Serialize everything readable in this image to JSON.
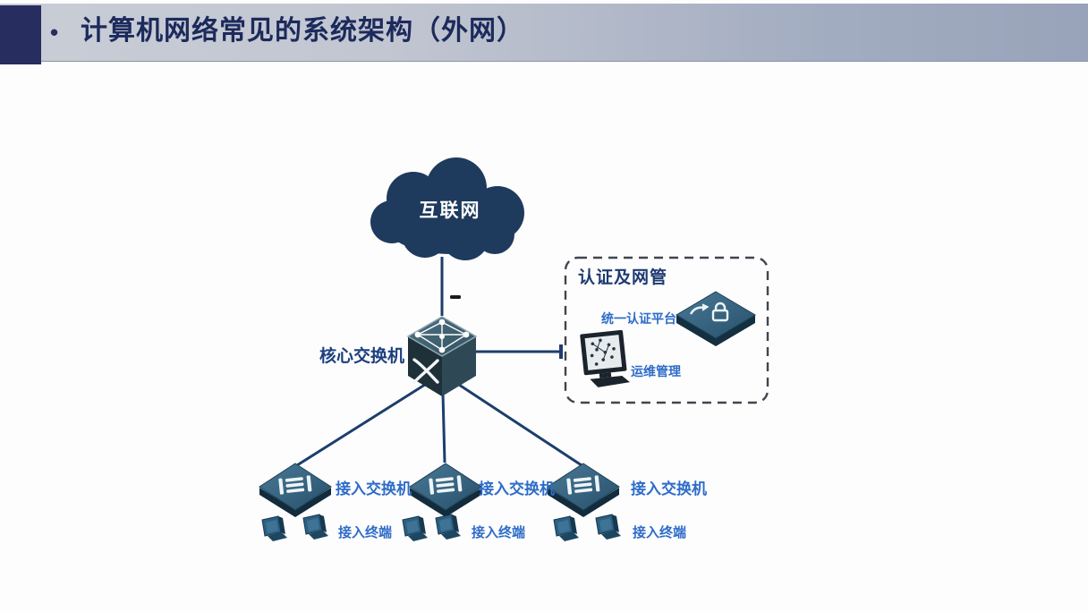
{
  "slide": {
    "bullet": "•",
    "title": "计算机网络常见的系统架构（外网）"
  },
  "diagram": {
    "internet": {
      "label": "互联网",
      "icon": "cloud-icon"
    },
    "core_switch": {
      "label": "核心交换机",
      "icon": "core-switch-cube-icon"
    },
    "mgmt_box": {
      "title": "认证及网管",
      "auth_platform": {
        "label": "统一认证平台",
        "icon": "auth-platform-switch-icon"
      },
      "ops": {
        "label": "运维管理",
        "icon": "ops-monitor-icon"
      }
    },
    "access_switches": [
      {
        "label": "接入交换机",
        "icon": "access-switch-icon"
      },
      {
        "label": "接入交换机",
        "icon": "access-switch-icon"
      },
      {
        "label": "接入交换机",
        "icon": "access-switch-icon"
      }
    ],
    "terminal_groups": [
      {
        "label": "接入终端",
        "icon": "terminal-icon",
        "count": 2
      },
      {
        "label": "接入终端",
        "icon": "terminal-icon",
        "count": 2
      },
      {
        "label": "接入终端",
        "icon": "terminal-icon",
        "count": 2
      }
    ]
  },
  "colors": {
    "header_band_left": "#c9cdd6",
    "header_band_right": "#98a3b9",
    "header_navy_block": "#272e5f",
    "title_text": "#1c2a5c",
    "cloud_fill": "#1e3a5c",
    "link_line": "#1c3e6b",
    "device_teal": "#2c5a72",
    "label_blue": "#2e6cc8",
    "label_navy": "#1d3f7e",
    "dashed_border": "#41454d"
  }
}
